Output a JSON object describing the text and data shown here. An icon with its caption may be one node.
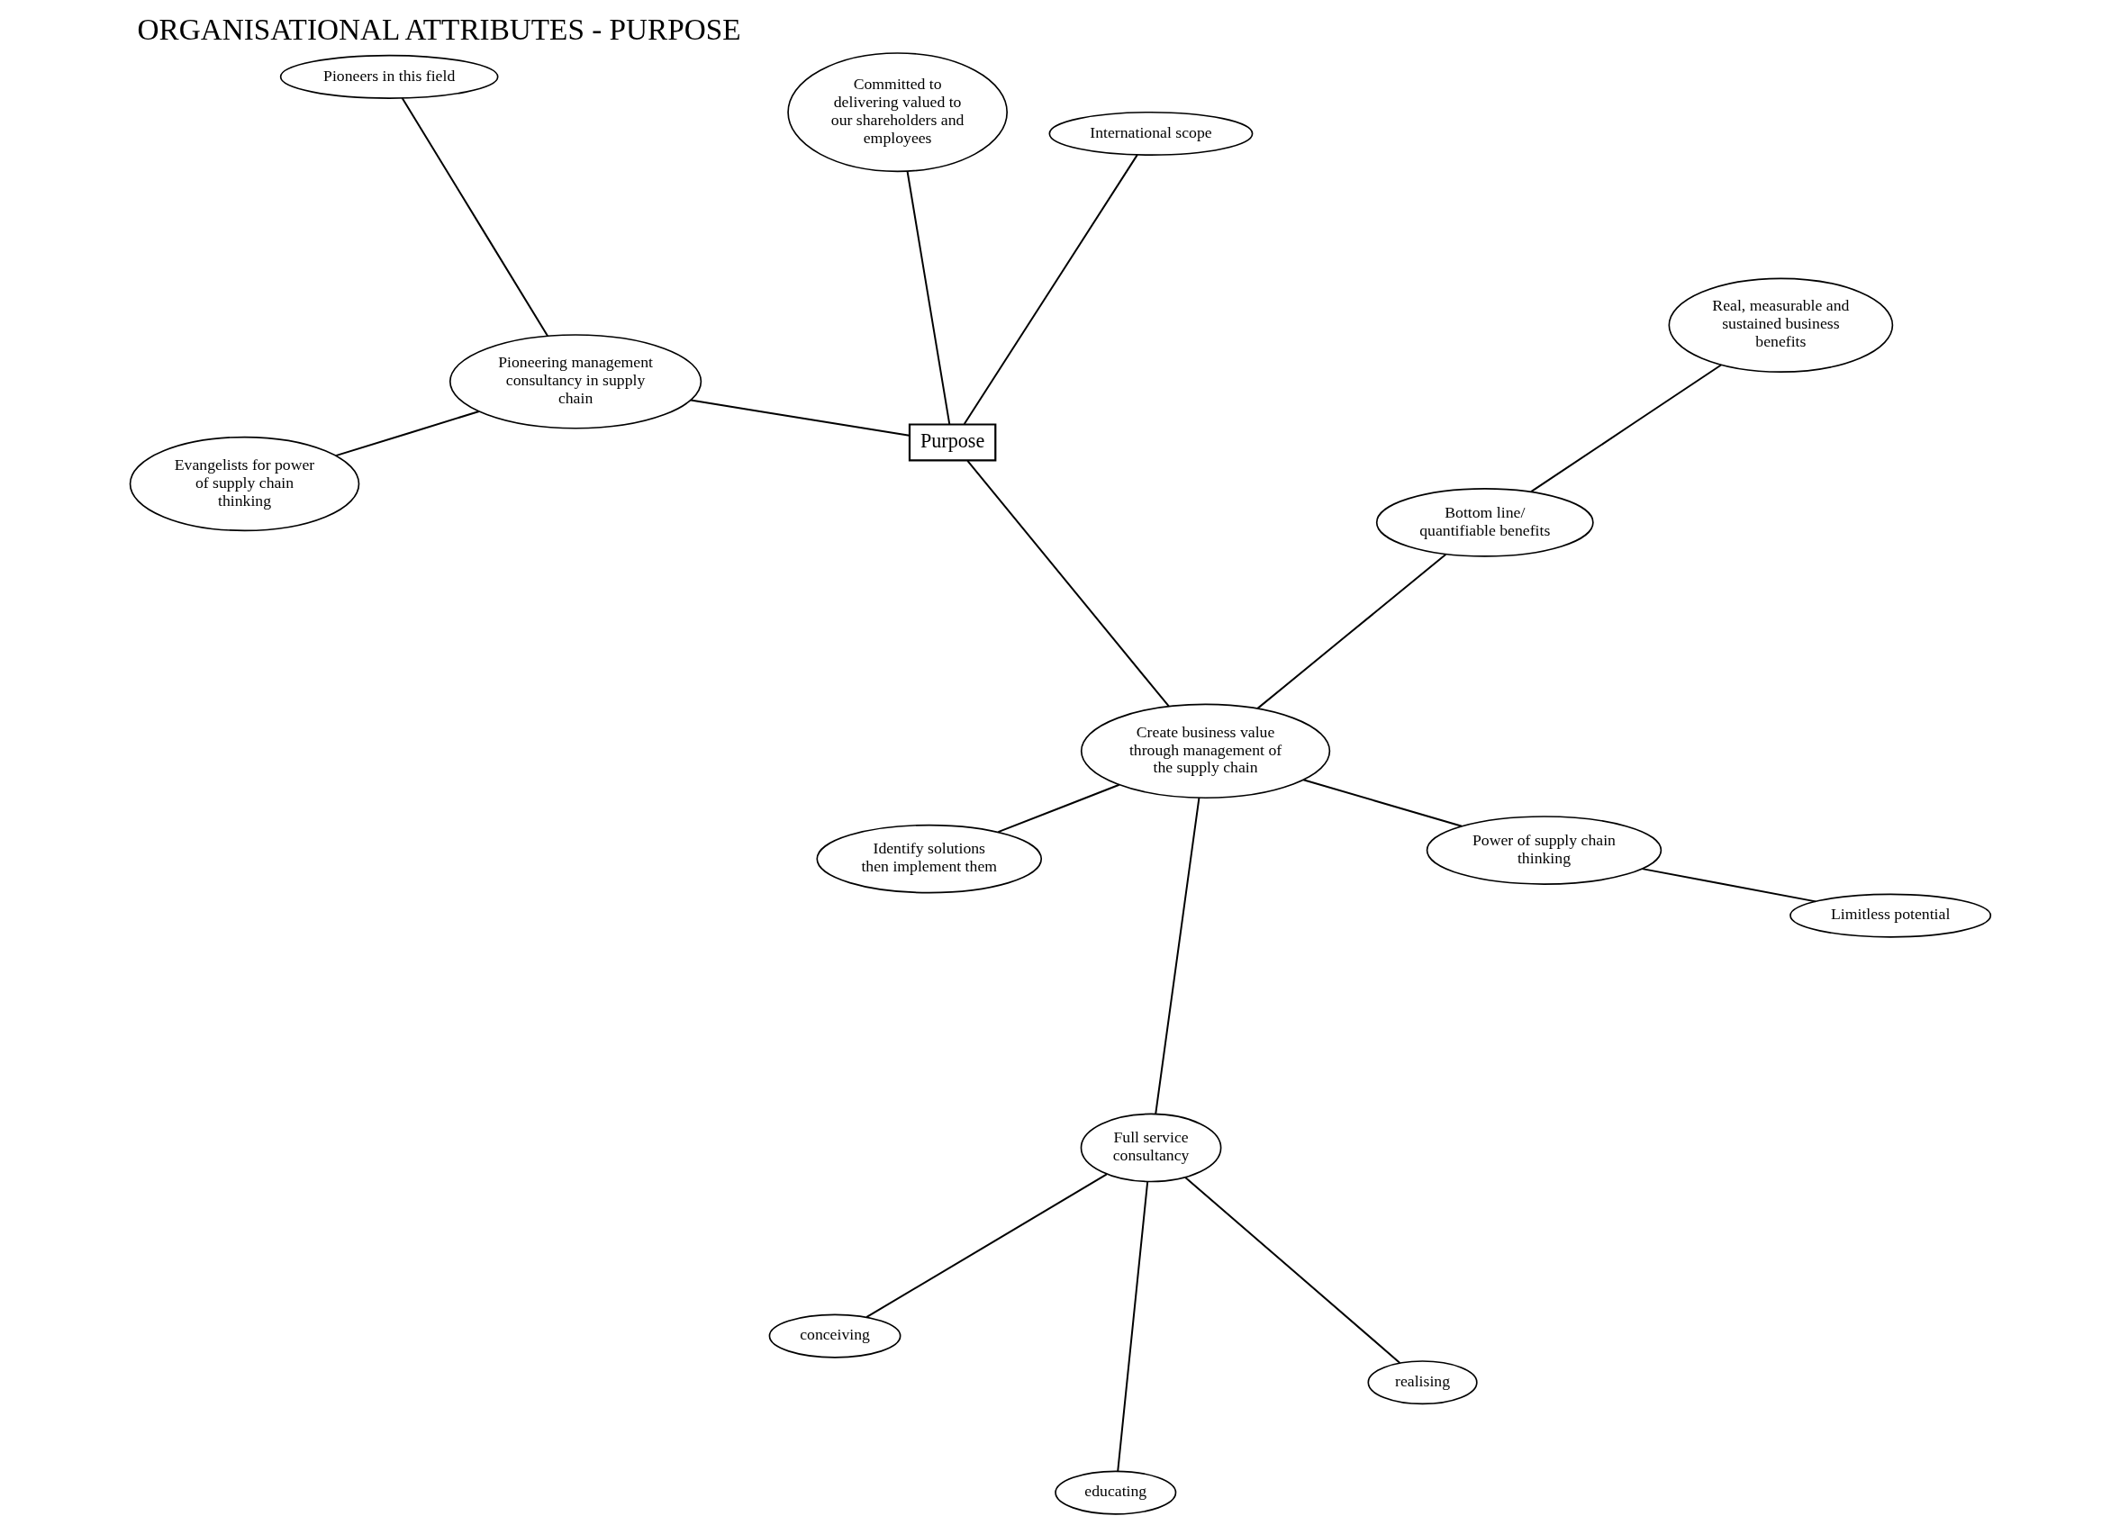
{
  "diagram": {
    "title": "ORGANISATIONAL ATTRIBUTES - PURPOSE",
    "nodes": [
      {
        "text": [
          "Purpose"
        ]
      },
      {
        "text": [
          "International scope"
        ]
      },
      {
        "text": [
          "Evangelists for power of supply chain thinking"
        ]
      },
      {
        "text": [
          "Pioneering management consultancy in supply chain"
        ]
      },
      {
        "text": [
          "Pioneers in this field"
        ]
      },
      {
        "text": [
          "Committed to delivering valued to our shareholders and employees"
        ]
      },
      {
        "text": [
          "Create business value through management of the supply chain"
        ]
      },
      {
        "text": [
          "Full service consultancy"
        ]
      },
      {
        "text": [
          "conceiving"
        ]
      },
      {
        "text": [
          "realising"
        ]
      },
      {
        "text": [
          "educating"
        ]
      },
      {
        "text": [
          "Identify solutions then implement them"
        ]
      },
      {
        "text": [
          "Bottom line/ quantifiable benefits"
        ]
      },
      {
        "text": [
          "Real, measurable and sustained business benefits"
        ]
      },
      {
        "text": [
          "Power of supply chain thinking"
        ]
      },
      {
        "text": [
          "Limitless potential"
        ]
      }
    ],
    "edges": [
      {
        "from": 0,
        "to": 1,
        "arrow": "none"
      },
      {
        "from": 0,
        "to": 6,
        "arrow": "none"
      },
      {
        "from": 0,
        "to": 3,
        "arrow": "none"
      },
      {
        "from": 0,
        "to": 5,
        "arrow": "none"
      },
      {
        "from": 2,
        "to": 3,
        "arrow": "none"
      },
      {
        "from": 3,
        "to": 4,
        "arrow": "none"
      },
      {
        "from": 6,
        "to": 7,
        "arrow": "none"
      },
      {
        "from": 7,
        "to": 8,
        "arrow": "none"
      },
      {
        "from": 7,
        "to": 9,
        "arrow": "none"
      },
      {
        "from": 7,
        "to": 10,
        "arrow": "none"
      },
      {
        "from": 6,
        "to": 11,
        "arrow": "none"
      },
      {
        "from": 6,
        "to": 12,
        "arrow": "none"
      },
      {
        "from": 6,
        "to": 14,
        "arrow": "none"
      },
      {
        "from": 12,
        "to": 13,
        "arrow": "none"
      },
      {
        "from": 14,
        "to": 15,
        "arrow": "none"
      }
    ]
  }
}
